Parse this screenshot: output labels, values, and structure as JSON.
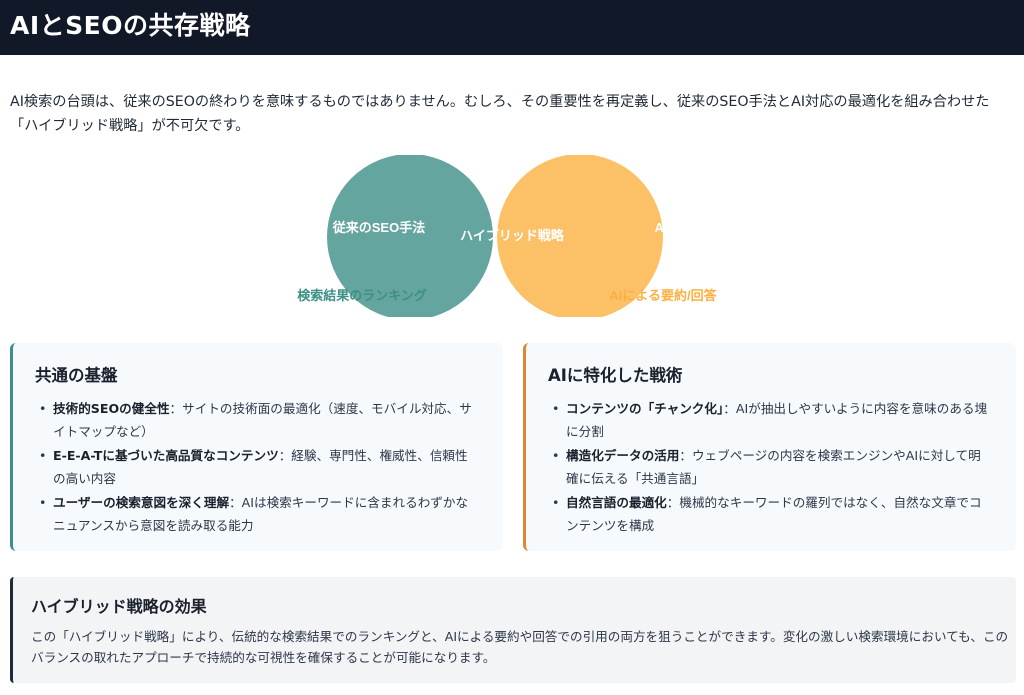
{
  "header": {
    "title": "AIとSEOの共存戦略"
  },
  "intro": {
    "text": "AI検索の台頭は、従来のSEOの終わりを意味するものではありません。むしろ、その重要性を再定義し、従来のSEO手法とAI対応の最適化を組み合わせた「ハイブリッド戦略」が不可欠です。"
  },
  "venn": {
    "left_label": "従来のSEO手法",
    "center_label": "ハイブリッド戦略",
    "right_label": "AI対応の最適化",
    "left_caption": "検索結果のランキング",
    "right_caption": "AIによる要約/回答",
    "left_color": "#3d8f87",
    "right_color": "#fbb040"
  },
  "common": {
    "title": "共通の基盤",
    "items": [
      {
        "bold": "技術的SEOの健全性",
        "text": "：サイトの技術面の最適化（速度、モバイル対応、サイトマップなど）"
      },
      {
        "bold": "E-E-A-Tに基づいた高品質なコンテンツ",
        "text": "：経験、専門性、権威性、信頼性の高い内容"
      },
      {
        "bold": "ユーザーの検索意図を深く理解",
        "text": "：AIは検索キーワードに含まれるわずかなニュアンスから意図を読み取る能力"
      }
    ],
    "accent": "#3d8f87"
  },
  "ai": {
    "title": "AIに特化した戦術",
    "items": [
      {
        "bold": "コンテンツの「チャンク化」",
        "text": "：AIが抽出しやすいように内容を意味のある塊に分割"
      },
      {
        "bold": "構造化データの活用",
        "text": "：ウェブページの内容を検索エンジンやAIに対して明確に伝える「共通言語」"
      },
      {
        "bold": "自然言語の最適化",
        "text": "：機械的なキーワードの羅列ではなく、自然な文章でコンテンツを構成"
      }
    ],
    "accent": "#e08537"
  },
  "effect": {
    "title": "ハイブリッド戦略の効果",
    "text": "この「ハイブリッド戦略」により、伝統的な検索結果でのランキングと、AIによる要約や回答での引用の両方を狙うことができます。変化の激しい検索環境においても、このバランスの取れたアプローチで持続的な可視性を確保することが可能になります。"
  }
}
